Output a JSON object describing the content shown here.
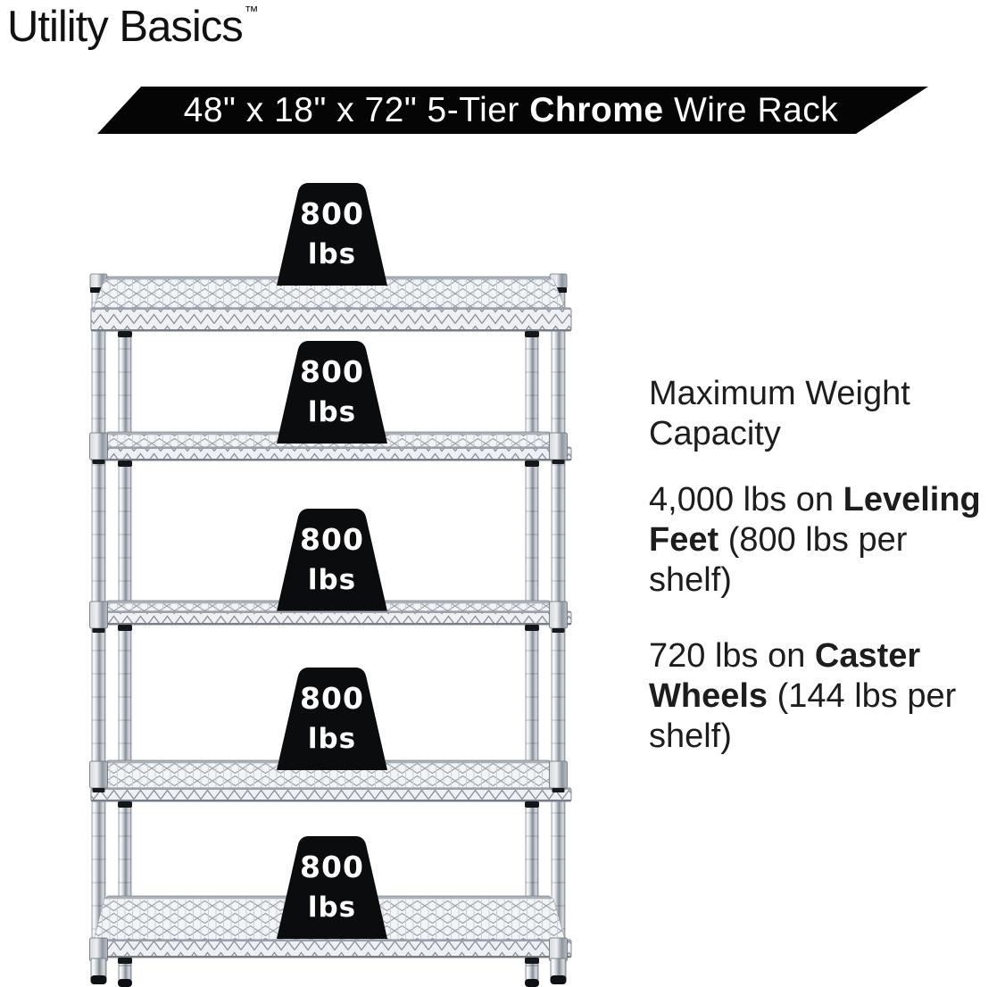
{
  "brand": {
    "name": "Utility Basics",
    "trademark": "™"
  },
  "banner": {
    "pre": "48\" x 18\" x 72\" 5-Tier ",
    "bold": "Chrome",
    "post": " Wire Rack"
  },
  "rack": {
    "tier_count": 5,
    "weight_labels": [
      {
        "value": "800",
        "unit": "lbs"
      },
      {
        "value": "800",
        "unit": "lbs"
      },
      {
        "value": "800",
        "unit": "lbs"
      },
      {
        "value": "800",
        "unit": "lbs"
      },
      {
        "value": "800",
        "unit": "lbs"
      }
    ]
  },
  "details": {
    "heading": {
      "line1": "Maximum Weight",
      "line2": "Capacity"
    },
    "leveling": {
      "l1_pre": "4,000 lbs on ",
      "l1_bold": "Leveling",
      "l2_bold": "Feet",
      "l2_post": " (800 lbs per",
      "l3": "shelf)"
    },
    "caster": {
      "l1_pre": "720 lbs on ",
      "l1_bold": "Caster",
      "l2_bold": "Wheels",
      "l2_post": " (144 lbs per",
      "l3": "shelf)"
    }
  },
  "colors": {
    "banner_bg": "#000000",
    "banner_text": "#ffffff",
    "weight_fill": "#0b0c0e",
    "body_text": "#1d1d1d",
    "chrome_light": "#f2f4f6",
    "chrome_dark": "#878e98"
  }
}
